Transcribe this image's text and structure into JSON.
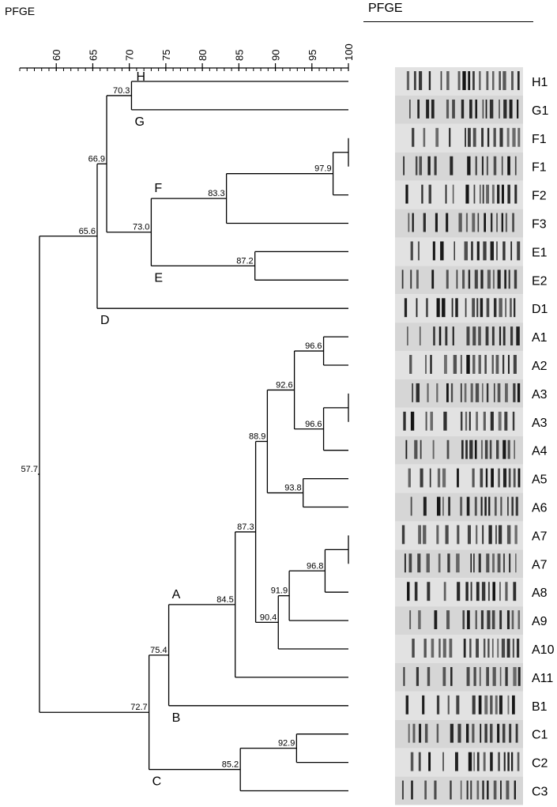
{
  "header": {
    "left_title": "PFGE",
    "right_title": "PFGE"
  },
  "scale": {
    "ticks": [
      60,
      65,
      70,
      75,
      80,
      85,
      90,
      95,
      100
    ],
    "min": 55,
    "max": 100,
    "minor_step": 1
  },
  "lanes": [
    "H1",
    "G1",
    "F1",
    "F1",
    "F2",
    "F3",
    "E1",
    "E2",
    "D1",
    "A1",
    "A2",
    "A3",
    "A3",
    "A4",
    "A5",
    "A6",
    "A7",
    "A7",
    "A8",
    "A9",
    "A10",
    "A11",
    "B1",
    "C1",
    "C2",
    "C3"
  ],
  "nodes": [
    {
      "id": "n_root",
      "sim": 57.7,
      "label": "57.7",
      "children": [
        "n_65_6",
        "n_72_7"
      ]
    },
    {
      "id": "n_65_6",
      "sim": 65.6,
      "label": "65.6",
      "children": [
        "n_66_9",
        "L8"
      ]
    },
    {
      "id": "n_66_9",
      "sim": 66.9,
      "label": "66.9",
      "children": [
        "n_70_3",
        "n_73_0"
      ]
    },
    {
      "id": "n_70_3",
      "sim": 70.3,
      "label": "70.3",
      "children": [
        "L0",
        "L1"
      ]
    },
    {
      "id": "n_73_0",
      "sim": 73.0,
      "label": "73.0",
      "children": [
        "n_83_3",
        "n_87_2"
      ]
    },
    {
      "id": "n_83_3",
      "sim": 83.3,
      "label": "83.3",
      "children": [
        "n_97_9",
        "L5"
      ]
    },
    {
      "id": "n_97_9",
      "sim": 97.9,
      "label": "97.9",
      "children": [
        "n_f1",
        "L4"
      ]
    },
    {
      "id": "n_f1",
      "sim": 100,
      "label": "",
      "children": [
        "L2",
        "L3"
      ]
    },
    {
      "id": "n_87_2",
      "sim": 87.2,
      "label": "87.2",
      "children": [
        "L6",
        "L7"
      ]
    },
    {
      "id": "n_72_7",
      "sim": 72.7,
      "label": "72.7",
      "children": [
        "n_75_4",
        "n_85_2"
      ]
    },
    {
      "id": "n_75_4",
      "sim": 75.4,
      "label": "75.4",
      "children": [
        "n_84_5",
        "L22"
      ]
    },
    {
      "id": "n_84_5",
      "sim": 84.5,
      "label": "84.5",
      "children": [
        "n_87_3",
        "L21"
      ]
    },
    {
      "id": "n_87_3",
      "sim": 87.3,
      "label": "87.3",
      "children": [
        "n_88_9",
        "n_90_4"
      ]
    },
    {
      "id": "n_88_9",
      "sim": 88.9,
      "label": "88.9",
      "children": [
        "n_92_6",
        "n_93_8"
      ]
    },
    {
      "id": "n_92_6",
      "sim": 92.6,
      "label": "92.6",
      "children": [
        "n_96_6a",
        "n_96_6b"
      ]
    },
    {
      "id": "n_96_6a",
      "sim": 96.6,
      "label": "96.6",
      "children": [
        "L9",
        "L10"
      ]
    },
    {
      "id": "n_96_6b",
      "sim": 96.6,
      "label": "96.6",
      "children": [
        "n_a3",
        "L13"
      ]
    },
    {
      "id": "n_a3",
      "sim": 100,
      "label": "",
      "children": [
        "L11",
        "L12"
      ]
    },
    {
      "id": "n_93_8",
      "sim": 93.8,
      "label": "93.8",
      "children": [
        "L14",
        "L15"
      ]
    },
    {
      "id": "n_90_4",
      "sim": 90.4,
      "label": "90.4",
      "children": [
        "n_91_9",
        "L20"
      ]
    },
    {
      "id": "n_91_9",
      "sim": 91.9,
      "label": "91.9",
      "children": [
        "n_96_8",
        "L19"
      ]
    },
    {
      "id": "n_96_8",
      "sim": 96.8,
      "label": "96.8",
      "children": [
        "n_a7",
        "L18"
      ]
    },
    {
      "id": "n_a7",
      "sim": 100,
      "label": "",
      "children": [
        "L16",
        "L17"
      ]
    },
    {
      "id": "n_85_2",
      "sim": 85.2,
      "label": "85.2",
      "children": [
        "n_92_9",
        "L25"
      ]
    },
    {
      "id": "n_92_9",
      "sim": 92.9,
      "label": "92.9",
      "children": [
        "L23",
        "L24"
      ]
    }
  ],
  "cluster_labels": [
    {
      "text": "H",
      "node": "n_70_3",
      "pos": "above-right"
    },
    {
      "text": "G",
      "node": "n_70_3",
      "pos": "below"
    },
    {
      "text": "F",
      "node": "n_73_0",
      "pos": "above"
    },
    {
      "text": "E",
      "node": "n_73_0",
      "pos": "below"
    },
    {
      "text": "D",
      "node": "n_65_6",
      "pos": "below"
    },
    {
      "text": "A",
      "node": "n_75_4",
      "pos": "above"
    },
    {
      "text": "B",
      "node": "n_75_4",
      "pos": "below"
    },
    {
      "text": "C",
      "node": "n_72_7",
      "pos": "below"
    }
  ],
  "colors": {
    "line": "#000000",
    "gel_bg": "#dcdcdc",
    "band": "#111111"
  }
}
